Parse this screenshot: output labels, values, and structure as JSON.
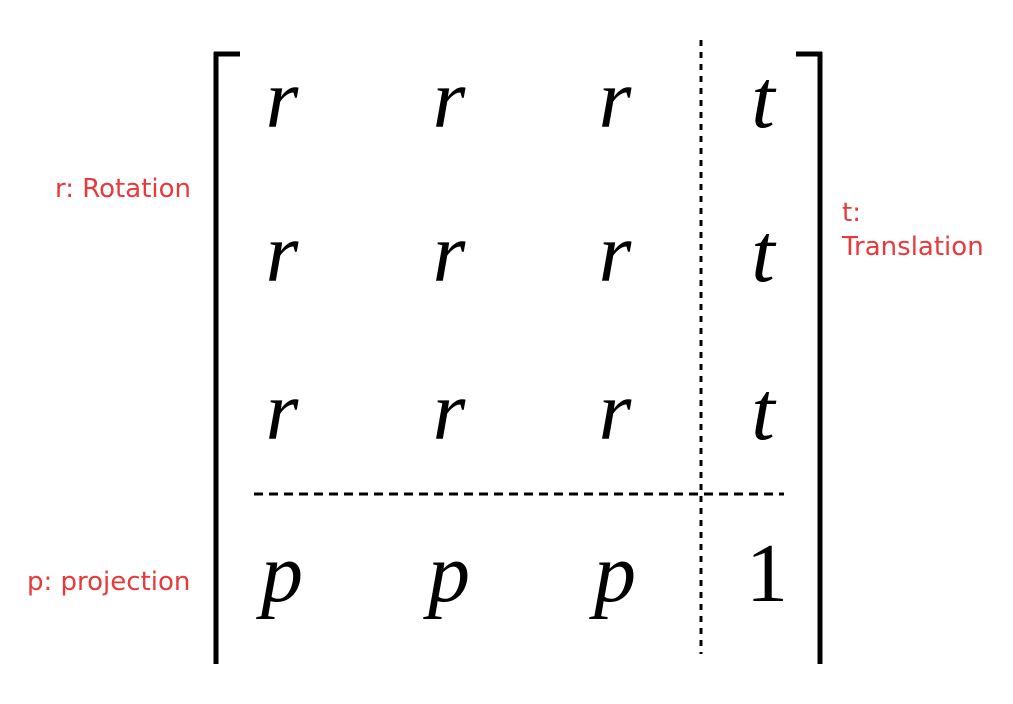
{
  "annotations": {
    "rotation": "r: Rotation",
    "translation_line1": "t:",
    "translation_line2": "Translation",
    "projection": "p: projection"
  },
  "matrix": {
    "rows": [
      [
        "r",
        "r",
        "r",
        "t"
      ],
      [
        "r",
        "r",
        "r",
        "t"
      ],
      [
        "r",
        "r",
        "r",
        "t"
      ],
      [
        "p",
        "p",
        "p",
        "1"
      ]
    ]
  },
  "colors": {
    "annotation": "#e8393b",
    "matrix": "#000000",
    "background": "#ffffff"
  }
}
